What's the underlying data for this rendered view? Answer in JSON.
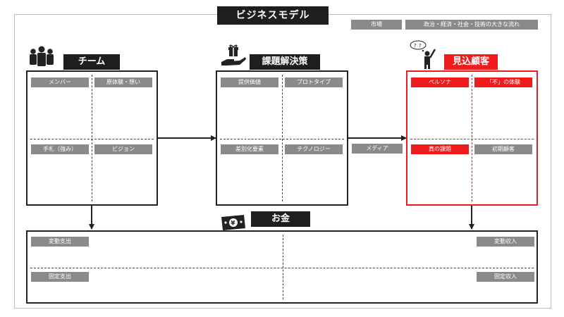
{
  "title": "ビジネスモデル",
  "market": {
    "label": "市場",
    "trend": "政治・経済・社会・技術の大きな流れ"
  },
  "team": {
    "heading": "チーム",
    "cells": [
      "メンバー",
      "原体験・想い",
      "手札（強み）",
      "ビジョン"
    ]
  },
  "solution": {
    "heading": "課題解決策",
    "cells": [
      "提供価値",
      "プロトタイプ",
      "差別化要素",
      "テクノロジー"
    ]
  },
  "customer": {
    "heading": "見込顧客",
    "cells": [
      "ペルソナ",
      "「不」の体験",
      "真の課題",
      "初期顧客"
    ]
  },
  "media": "メディア",
  "money": {
    "heading": "お金",
    "cells": [
      "変動支出",
      "固定支出",
      "変動収入",
      "固定収入"
    ]
  },
  "colors": {
    "dark": "#1e1e1e",
    "gray": "#8a8a8a",
    "red": "#ee1c1c"
  },
  "icons": [
    "team-icon",
    "gift-hand-icon",
    "thinking-person-icon",
    "money-icon"
  ]
}
